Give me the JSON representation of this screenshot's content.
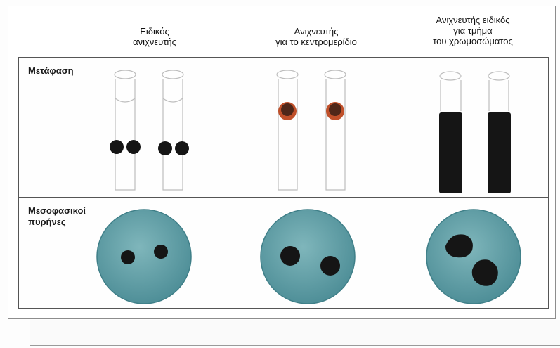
{
  "columns": [
    {
      "title_line1": "Ειδικός",
      "title_line2": "ανιχνευτής"
    },
    {
      "title_line1": "Ανιχνευτής",
      "title_line2": "για το κεντρομερίδιο"
    },
    {
      "title_line1": "Ανιχνευτής ειδικός",
      "title_line2": "για τμήμα",
      "title_line3": "του χρωμοσώματος"
    }
  ],
  "rows": {
    "metaphase_label": "Μετάφαση",
    "interphase_label_line1": "Μεσοφασικοί",
    "interphase_label_line2": "πυρήνες"
  },
  "colors": {
    "nucleus_fill": "#5f9ea5",
    "nucleus_edge": "#3f7f88",
    "signal": "#151515",
    "centromere_signal": "#c0502a",
    "chromosome_outline": "#a8a8a8"
  }
}
